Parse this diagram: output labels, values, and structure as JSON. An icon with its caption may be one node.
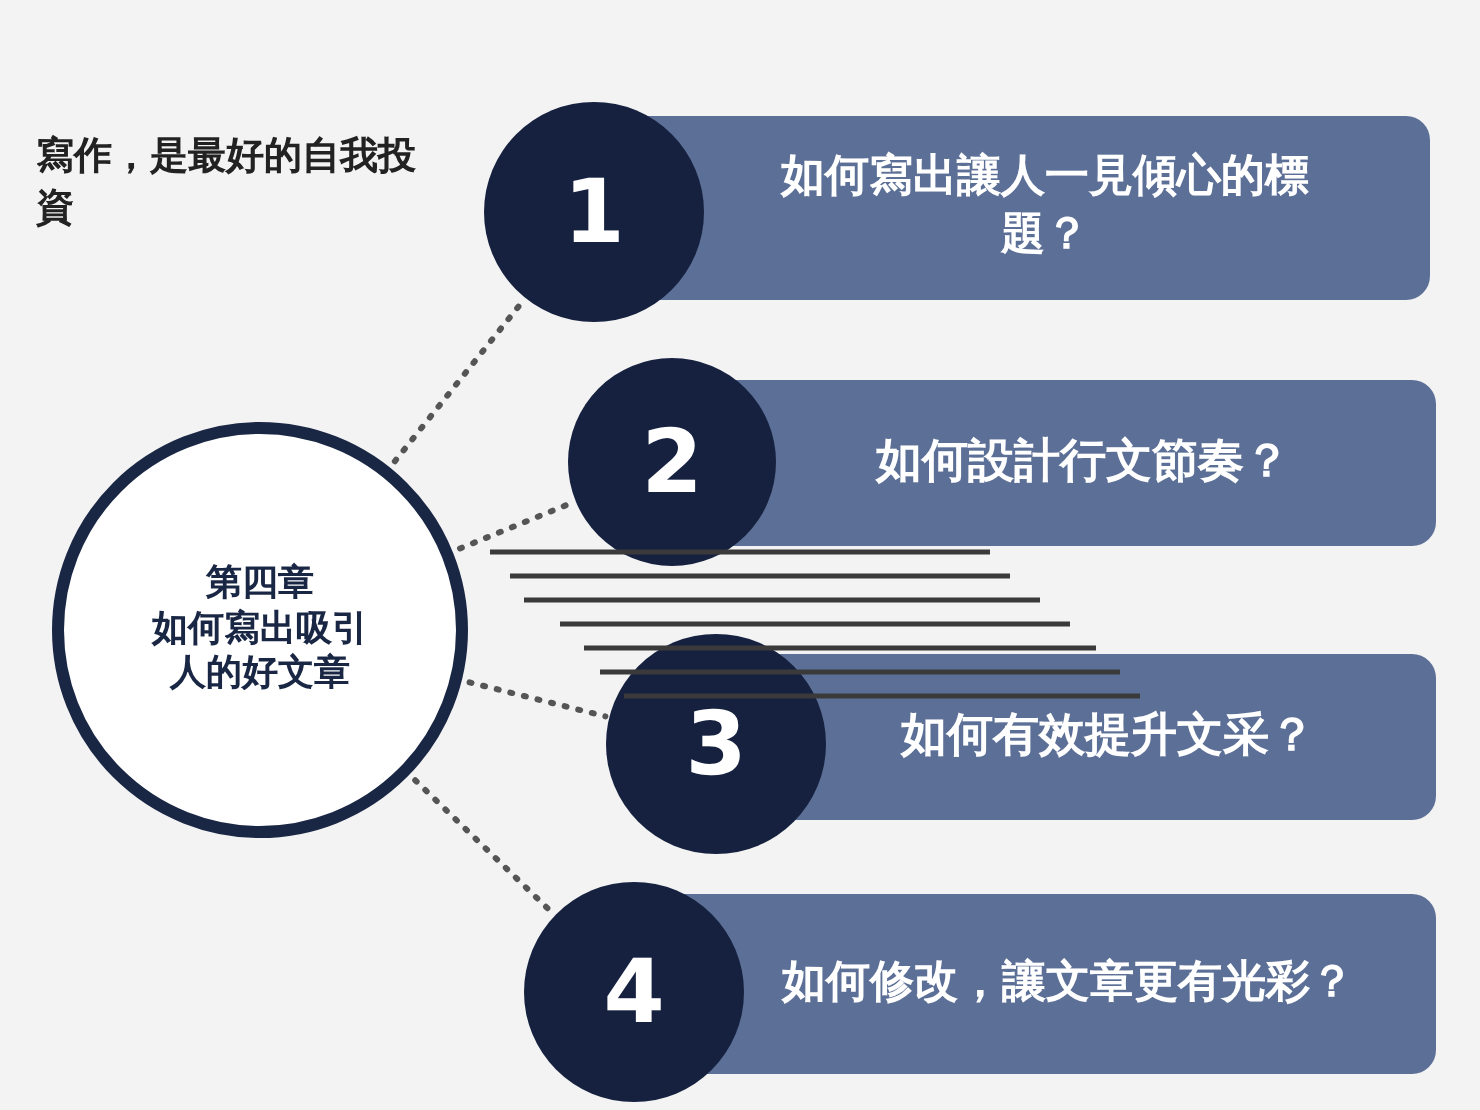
{
  "diagram": {
    "title": "寫作，是最好的自我投資",
    "nodes": [
      {
        "text": [
          "第四章",
          "如何寫出吸引人的好文章"
        ]
      },
      {
        "text": [
          "1",
          "如何寫出讓人一見傾心的標題？"
        ]
      },
      {
        "text": [
          "2",
          "如何設計行文節奏？"
        ]
      },
      {
        "text": [
          "3",
          "如何有效提升文采？"
        ]
      },
      {
        "text": [
          "4",
          "如何修改，讓文章更有光彩？"
        ]
      }
    ],
    "edges": [
      {
        "from": 0,
        "to": 1,
        "arrow": "none",
        "style": "dashed"
      },
      {
        "from": 0,
        "to": 2,
        "arrow": "none",
        "style": "dashed"
      },
      {
        "from": 0,
        "to": 3,
        "arrow": "none",
        "style": "dashed"
      },
      {
        "from": 0,
        "to": 4,
        "arrow": "none",
        "style": "dashed"
      }
    ]
  }
}
